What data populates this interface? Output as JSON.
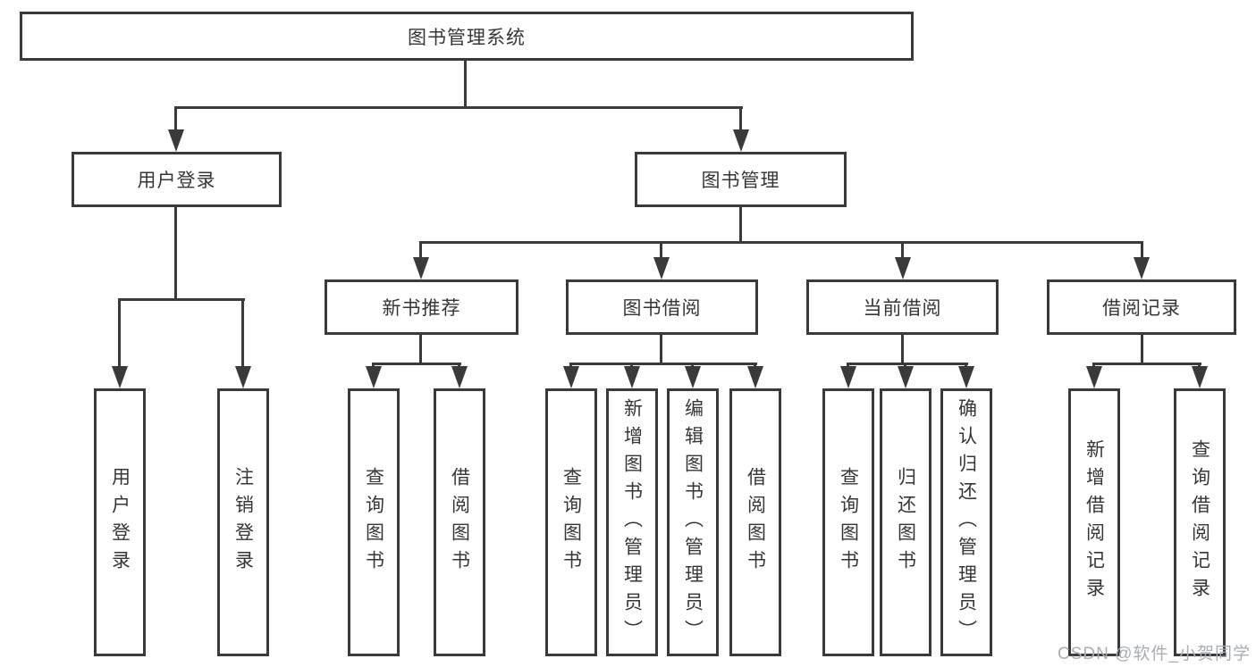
{
  "diagram": {
    "root": {
      "label": "图书管理系统"
    },
    "branches": [
      {
        "label": "用户登录",
        "children": [
          {
            "label": "用户登录"
          },
          {
            "label": "注销登录"
          }
        ]
      },
      {
        "label": "图书管理",
        "children": [
          {
            "label": "新书推荐",
            "children": [
              {
                "label": "查询图书"
              },
              {
                "label": "借阅图书"
              }
            ]
          },
          {
            "label": "图书借阅",
            "children": [
              {
                "label": "查询图书"
              },
              {
                "label": "新增图书（管理员）"
              },
              {
                "label": "编辑图书（管理员）"
              },
              {
                "label": "借阅图书"
              }
            ]
          },
          {
            "label": "当前借阅",
            "children": [
              {
                "label": "查询图书"
              },
              {
                "label": "归还图书"
              },
              {
                "label": "确认归还（管理员）"
              }
            ]
          },
          {
            "label": "借阅记录",
            "children": [
              {
                "label": "新增借阅记录"
              },
              {
                "label": "查询借阅记录"
              }
            ]
          }
        ]
      }
    ]
  },
  "watermark": "CSDN @软件_小贺同学",
  "colors": {
    "line": "#3a3a3a",
    "node_text": "#363636",
    "watermark": "#a9aeb4",
    "background": "#fefefe"
  }
}
